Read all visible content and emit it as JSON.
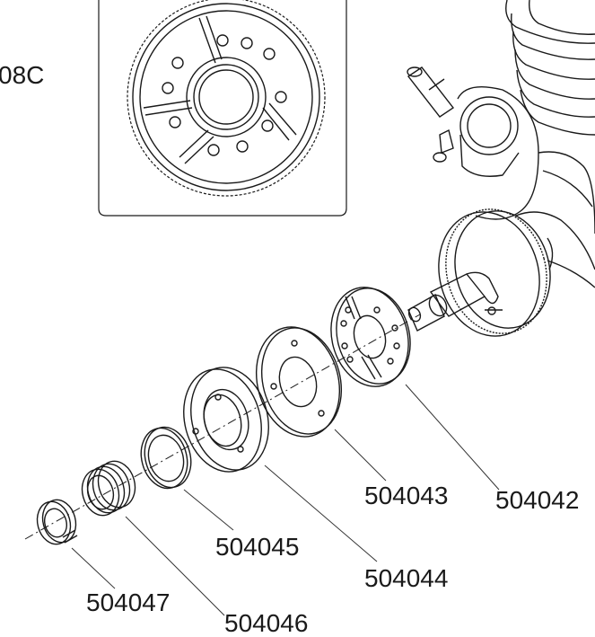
{
  "inset_label": "08C",
  "part_numbers": {
    "p504042": "504042",
    "p504043": "504043",
    "p504044": "504044",
    "p504045": "504045",
    "p504046": "504046",
    "p504047": "504047"
  },
  "colors": {
    "line": "#1a1a1a",
    "leader": "#333333"
  }
}
